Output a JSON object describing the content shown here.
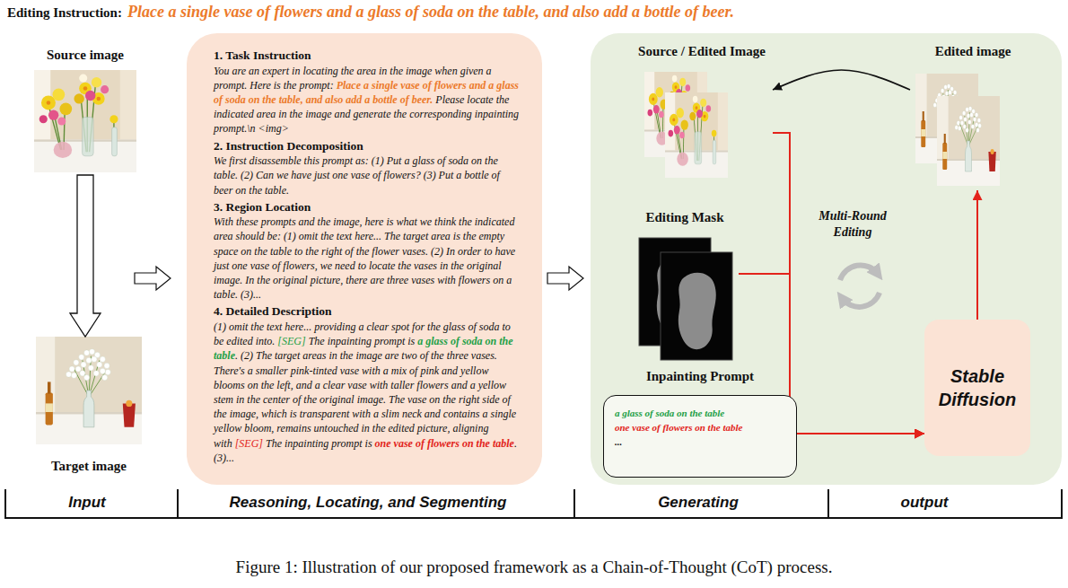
{
  "diagram": {
    "caption": "Figure 1: Illustration of our proposed framework as a Chain-of-Thought (CoT) process.",
    "nodes": [
      {
        "text": [
          "Source image"
        ]
      },
      {
        "text": [
          "Target image"
        ]
      },
      {
        "text": [
          "1. Task Instruction",
          "You are an expert in locating the area in the image when given a prompt. Here is the prompt:",
          "Place a single vase of flowers and a glass of soda on the table, and also add a bottle of beer.",
          "Please locate the indicated area in the image and generate the corresponding inpainting prompt.\\n <img>",
          "2. Instruction Decomposition",
          "We first disassemble this prompt as: (1) Put a glass of soda on the table. (2) Can we have just one vase of flowers? (3) Put a bottle of beer on the table.",
          "3. Region Location",
          "With these prompts and the image, here is what we think the indicated area should be: (1) omit the text here... The target area is the empty space on the table to the right of the flower vases. (2) In order to have just one vase of flowers, we need to locate the vases in the original image. In the original picture, there are three vases with flowers on a table. (3)...",
          "4. Detailed Description",
          "(1) omit the text here... providing a clear spot for the glass of soda to be edited into.",
          "[SEG]",
          "The inpainting prompt is",
          "a glass of soda on the table",
          ". (2) The target areas in the image are two of the three vases. There's a smaller pink-tinted vase with a mix of pink and yellow blooms on the left, and a clear vase with taller flowers and a yellow stem in the center of the original image. The vase on the right side of the image, which is transparent with a slim neck and contains a single yellow bloom, remains untouched in the edited picture, aligning with",
          "[SEG]",
          "The inpainting prompt is",
          "one vase of flowers on the table",
          ". (3)..."
        ]
      },
      {
        "text": [
          "Source / Edited Image"
        ]
      },
      {
        "text": [
          "Edited image"
        ]
      },
      {
        "text": [
          "Editing Mask"
        ]
      },
      {
        "text": [
          "Inpainting Prompt",
          "a glass of soda on the table",
          "one vase of flowers on the table",
          "..."
        ]
      },
      {
        "text": [
          "Stable Diffusion"
        ]
      }
    ],
    "edges": [
      {
        "from": 0,
        "to": 1,
        "arrow": "to"
      },
      {
        "from": 4,
        "to": 3,
        "arrow": "to"
      },
      {
        "from": 3,
        "to": 7,
        "arrow": "to"
      },
      {
        "from": 5,
        "to": 7,
        "arrow": "to"
      },
      {
        "from": 6,
        "to": 7,
        "arrow": "to"
      },
      {
        "from": 7,
        "to": 4,
        "arrow": "to"
      }
    ],
    "labels": [
      "Editing Instruction:",
      "Place a single vase of flowers and a glass of soda on the table, and also add a bottle of beer.",
      "Multi-Round Editing",
      "Input",
      "Reasoning, Locating, and Segmenting",
      "Generating",
      "output"
    ]
  }
}
